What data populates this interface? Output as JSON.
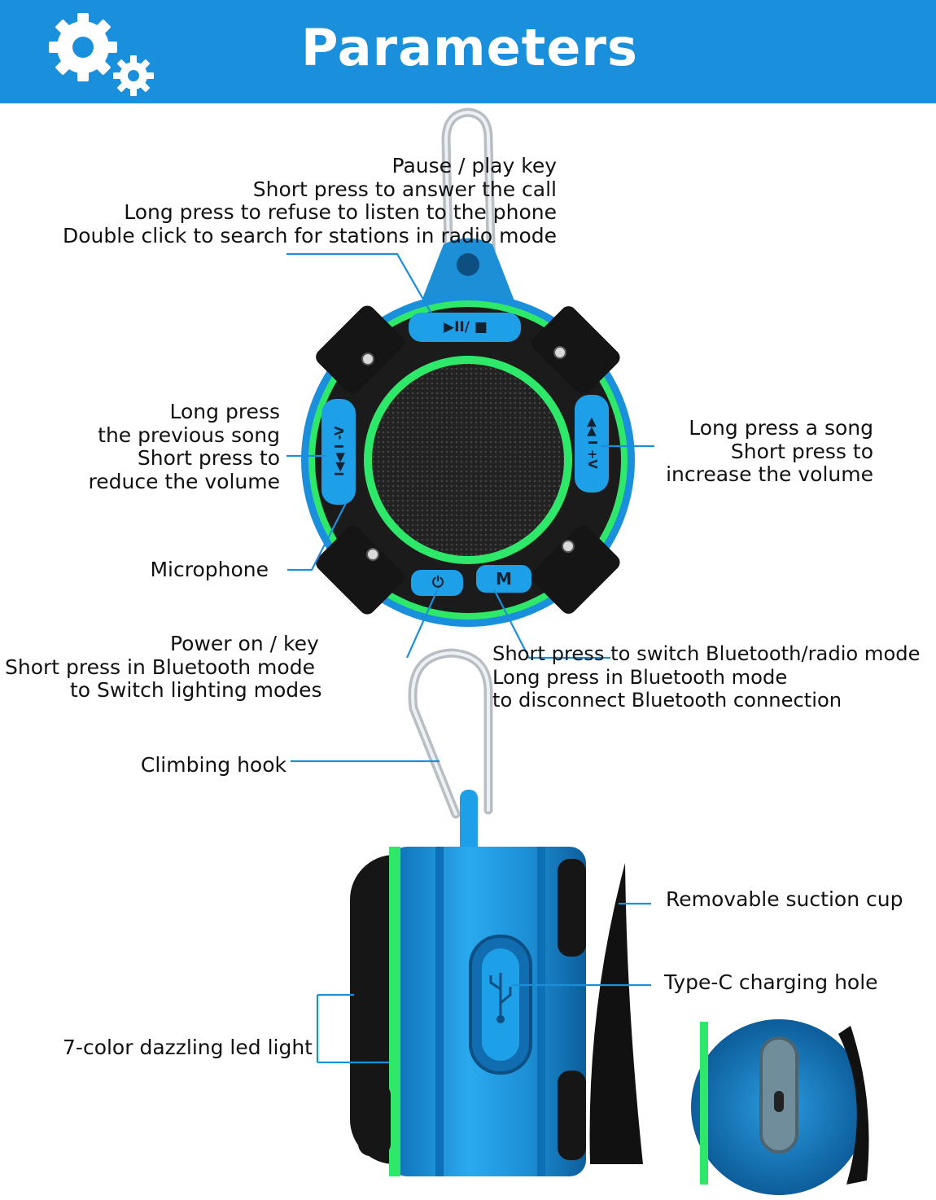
{
  "header": {
    "title": "Parameters",
    "icon": "gear-icon"
  },
  "colors": {
    "banner": "#1a8fdc",
    "accent_blue": "#1ea0e8",
    "glow_green": "#2ee86a",
    "leader_line": "#1a8fdc",
    "body_black": "#1c1c1c"
  },
  "labels": {
    "pause_play": [
      "Pause / play key",
      "Short press to answer the call",
      "Long press to refuse to listen to the phone",
      "Double click to search for stations in radio mode"
    ],
    "prev_song": [
      "Long press",
      "the previous song",
      "Short press to",
      "reduce the volume"
    ],
    "next_song": [
      "Long press a song",
      "Short press to",
      "increase the volume"
    ],
    "microphone": "Microphone",
    "power": [
      "Power on / key",
      "Short press in Bluetooth mode",
      "to Switch lighting modes"
    ],
    "mode": [
      "Short press to switch Bluetooth/radio mode",
      "Long press in Bluetooth mode",
      "to disconnect Bluetooth connection"
    ],
    "climbing_hook": "Climbing hook",
    "suction_cup": "Removable suction cup",
    "type_c": "Type-C charging hole",
    "led_light": "7-color dazzling led light"
  },
  "buttons": {
    "play_pause": "▶II/ ■",
    "prev_vol": "I◀◀ I -V",
    "next_vol": "◀◀ I +V",
    "power": "⏻",
    "mode": "M"
  }
}
